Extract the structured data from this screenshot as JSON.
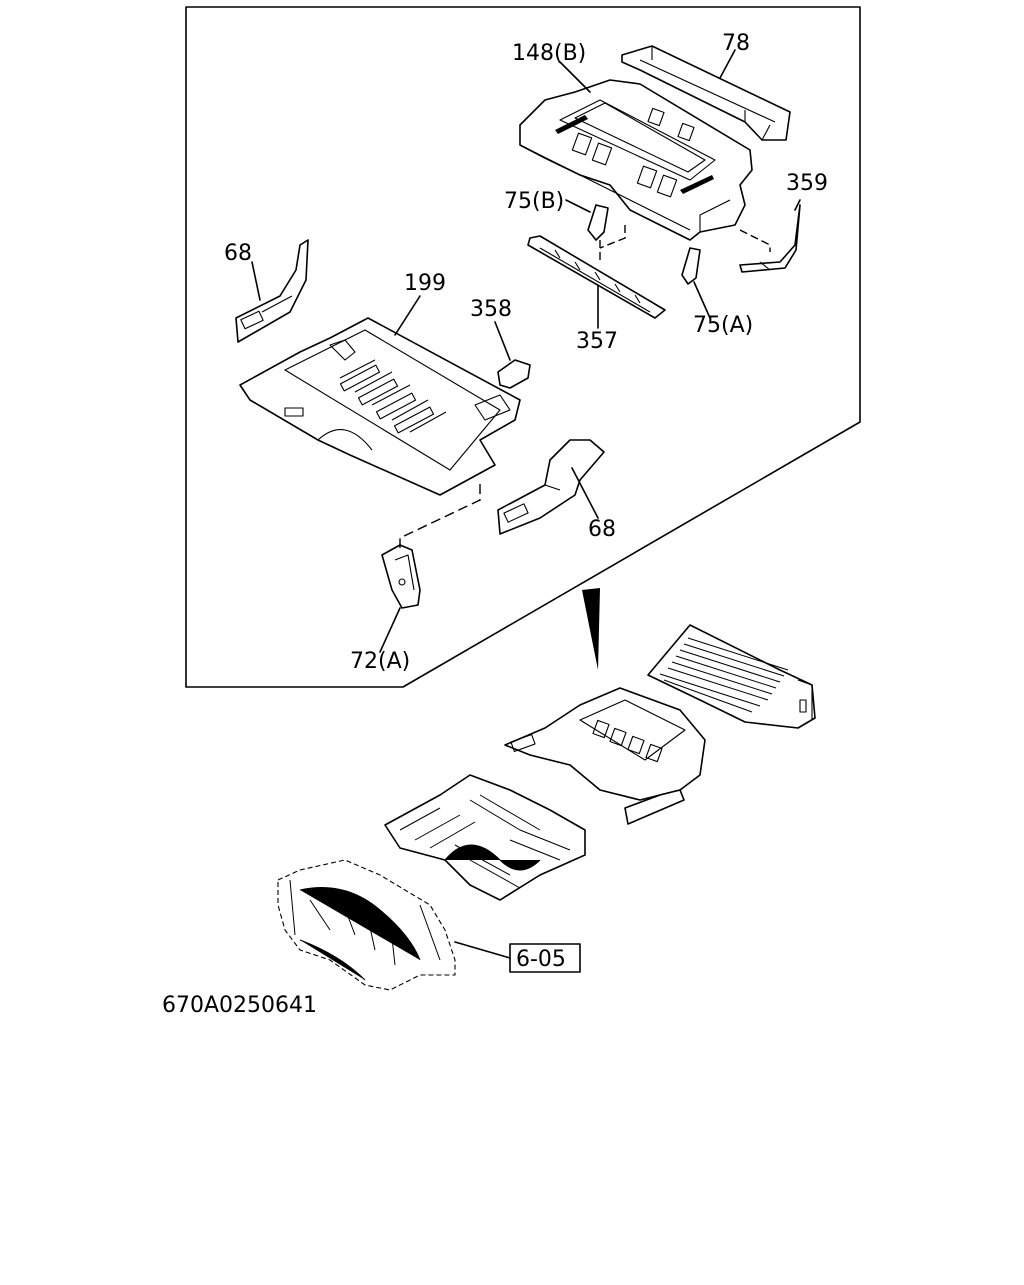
{
  "diagram": {
    "drawing_code": "670A0250641",
    "reference_box": "6-05",
    "labels": [
      {
        "id": "78",
        "text": "78"
      },
      {
        "id": "148B",
        "text": "148(B)"
      },
      {
        "id": "359",
        "text": "359"
      },
      {
        "id": "75B",
        "text": "75(B)"
      },
      {
        "id": "68a",
        "text": "68"
      },
      {
        "id": "199",
        "text": "199"
      },
      {
        "id": "358",
        "text": "358"
      },
      {
        "id": "357",
        "text": "357"
      },
      {
        "id": "75A",
        "text": "75(A)"
      },
      {
        "id": "68b",
        "text": "68"
      },
      {
        "id": "72A",
        "text": "72(A)"
      }
    ]
  }
}
